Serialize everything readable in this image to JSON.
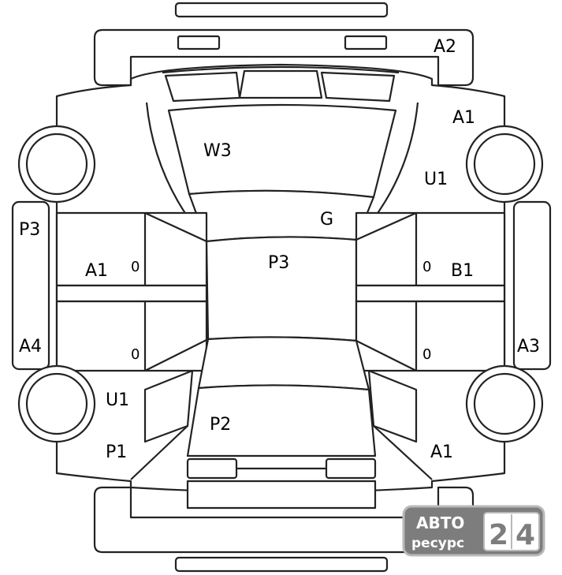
{
  "diagram": {
    "labels": {
      "rear_bumper": "A2",
      "windshield": "W3",
      "right_front_fender": "A1",
      "right_front_apron": "U1",
      "hood_front": "G",
      "roof": "P3",
      "left_front_rocker": "P3",
      "left_front_door": "A1",
      "left_rear_rocker": "A4",
      "right_front_door": "B1",
      "right_rear_rocker": "A3",
      "left_rear_fender": "U1",
      "trunk": "P2",
      "left_rear_quarter": "P1",
      "right_rear_quarter": "A1",
      "front_bumper": "P2"
    },
    "handles": [
      "0",
      "0",
      "0",
      "0"
    ]
  },
  "watermark": {
    "line1": "АВТО",
    "line2": "ресурс",
    "digits": [
      "2",
      "4"
    ]
  }
}
